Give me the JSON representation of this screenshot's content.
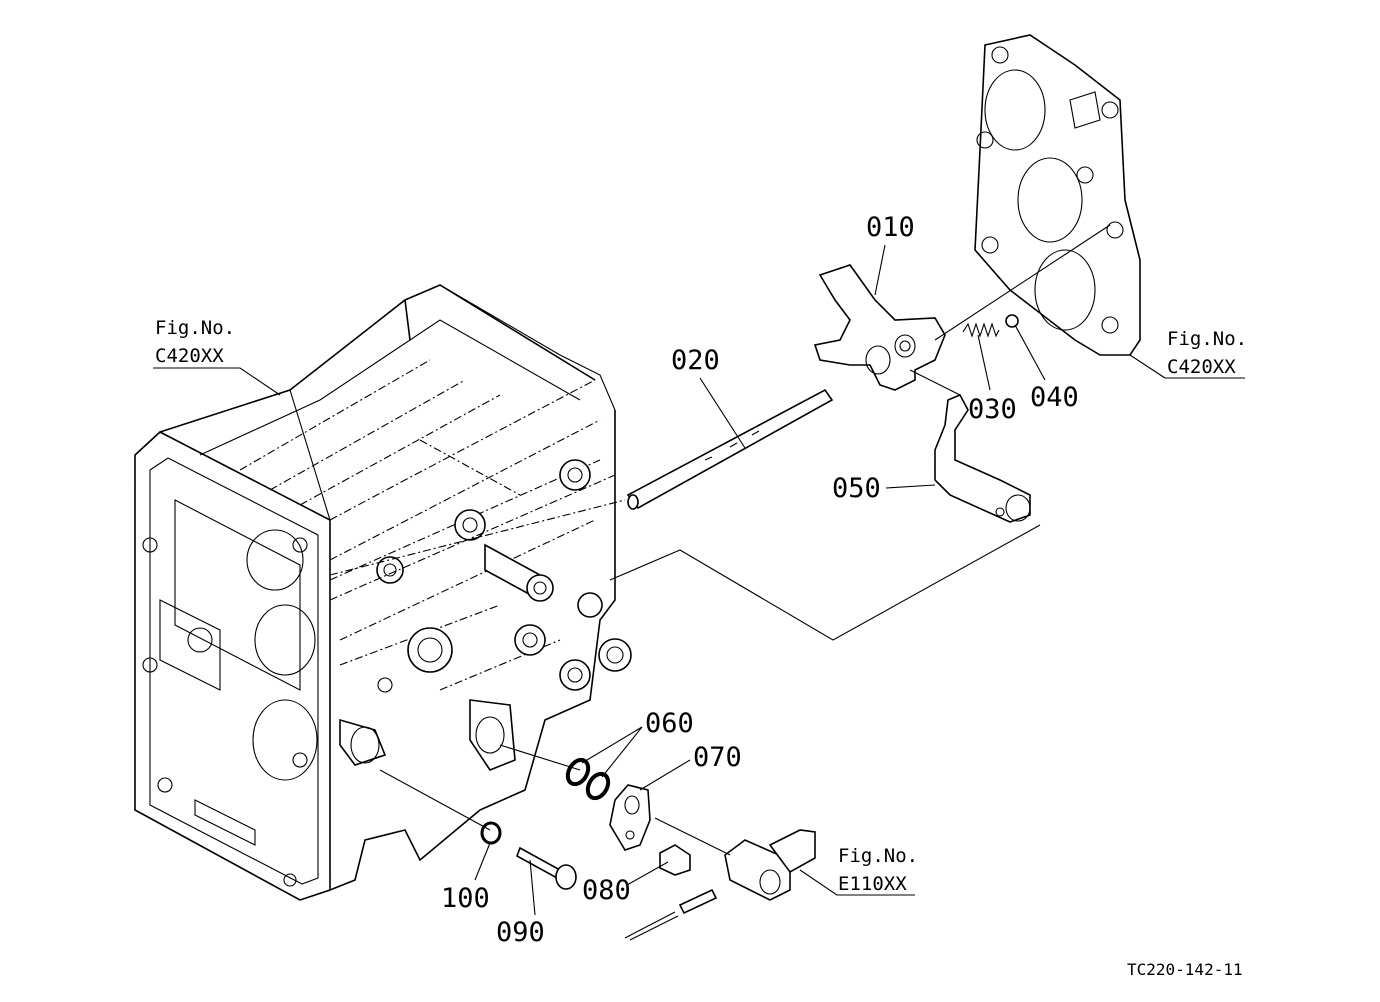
{
  "diagram": {
    "parts": {
      "p010": "010",
      "p020": "020",
      "p030": "030",
      "p040": "040",
      "p050": "050",
      "p060": "060",
      "p070": "070",
      "p080": "080",
      "p090": "090",
      "p100": "100"
    },
    "refs": {
      "left": {
        "line1": "Fig.No.",
        "line2": "C420XX"
      },
      "right": {
        "line1": "Fig.No.",
        "line2": "C420XX"
      },
      "bottom": {
        "line1": "Fig.No.",
        "line2": "E110XX"
      }
    },
    "drawing_code": "TC220-142-11"
  }
}
